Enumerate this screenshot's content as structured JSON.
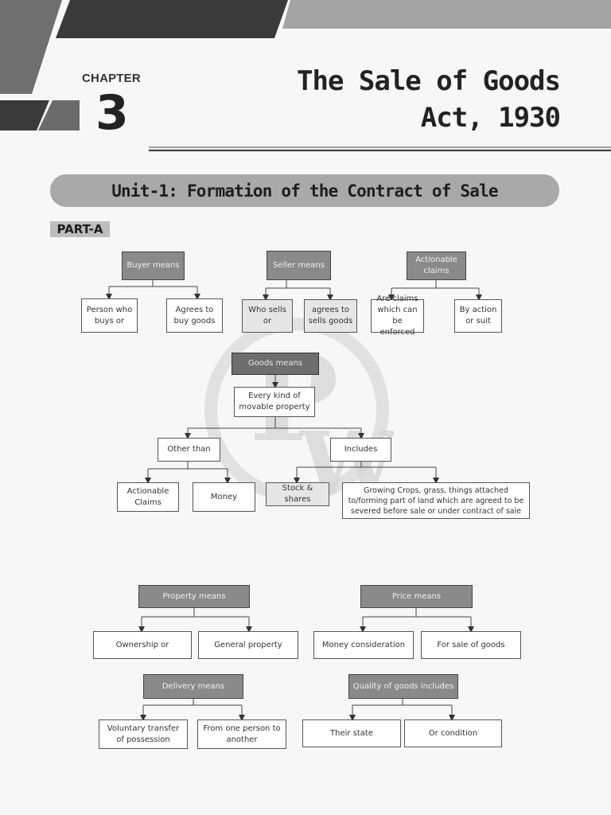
{
  "header": {
    "chapter_label": "CHAPTER",
    "chapter_number": "3",
    "title_line1": "The Sale of Goods",
    "title_line2": "Act, 1930"
  },
  "unit_title": "Unit-1: Formation of the Contract of Sale",
  "part_label": "PART-A",
  "watermark": "PW",
  "diagram": {
    "buyer": {
      "head": "Buyer means",
      "children": [
        "Person who buys or",
        "Agrees to buy goods"
      ]
    },
    "seller": {
      "head": "Seller means",
      "children": [
        "Who sells or",
        "agrees to sells goods"
      ]
    },
    "actionable": {
      "head": "Actionable claims",
      "children": [
        "Are claims which can be enforced",
        "By action or suit"
      ]
    },
    "goods": {
      "head": "Goods means",
      "middle": "Every kind of movable property",
      "other_than": "Other than",
      "includes": "Includes",
      "other_children": [
        "Actionable Claims",
        "Money"
      ],
      "include_children": [
        "Stock & shares",
        "Growing Crops, grass, things attached to/forming part of land which are agreed to be severed  before sale or under contract of sale"
      ]
    },
    "property": {
      "head": "Property means",
      "children": [
        "Ownership or",
        "General property"
      ]
    },
    "price": {
      "head": "Price means",
      "children": [
        "Money consideration",
        "For sale of goods"
      ]
    },
    "delivery": {
      "head": "Delivery means",
      "children": [
        "Voluntary transfer of possession",
        "From one person to another"
      ]
    },
    "quality": {
      "head": "Quality of goods includes",
      "children": [
        "Their state",
        "Or condition"
      ]
    }
  }
}
